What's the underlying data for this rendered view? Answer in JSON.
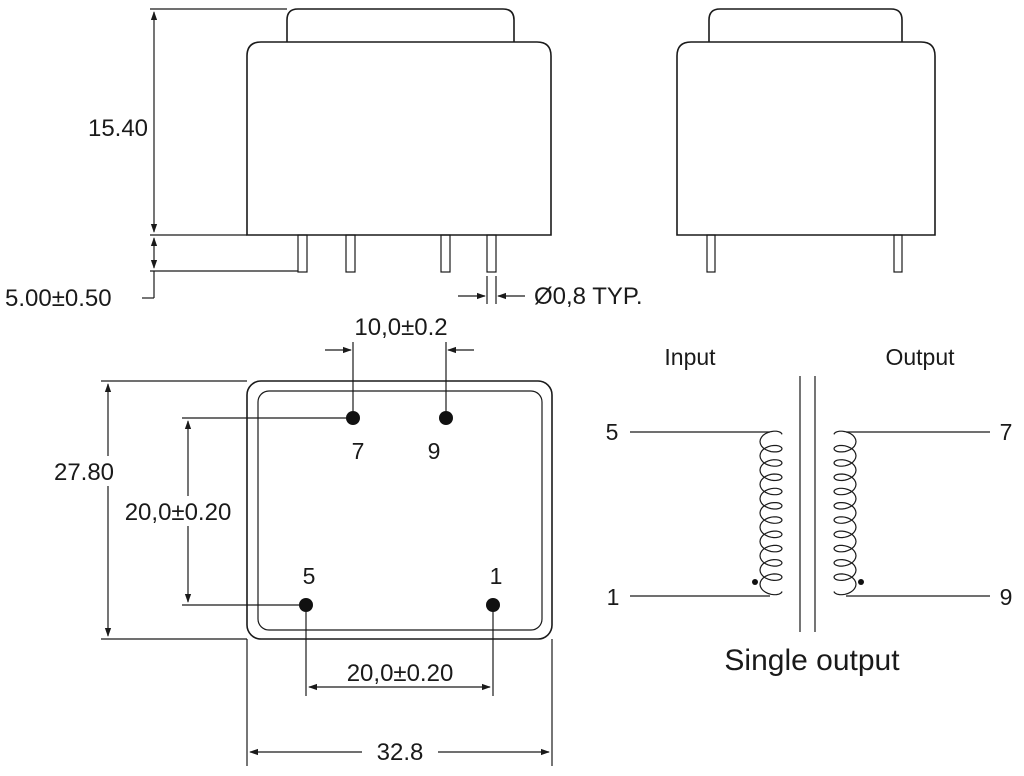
{
  "front_view": {
    "height_dim": "15.40",
    "pin_length_dim": "5.00±0.50",
    "pin_diameter_dim": "Ø0,8 TYP."
  },
  "bottom_view": {
    "pin_spacing_top_dim": "10,0±0.2",
    "width_dim": "27.80",
    "pin_spacing_vertical_dim": "20,0±0.20",
    "pin_spacing_bottom_dim": "20,0±0.20",
    "length_dim": "32.8",
    "pins": {
      "top_left": "7",
      "top_right": "9",
      "bottom_left": "5",
      "bottom_right": "1"
    }
  },
  "schematic": {
    "input_label": "Input",
    "output_label": "Output",
    "primary_top_pin": "5",
    "primary_bottom_pin": "1",
    "secondary_top_pin": "7",
    "secondary_bottom_pin": "9",
    "caption": "Single output"
  }
}
